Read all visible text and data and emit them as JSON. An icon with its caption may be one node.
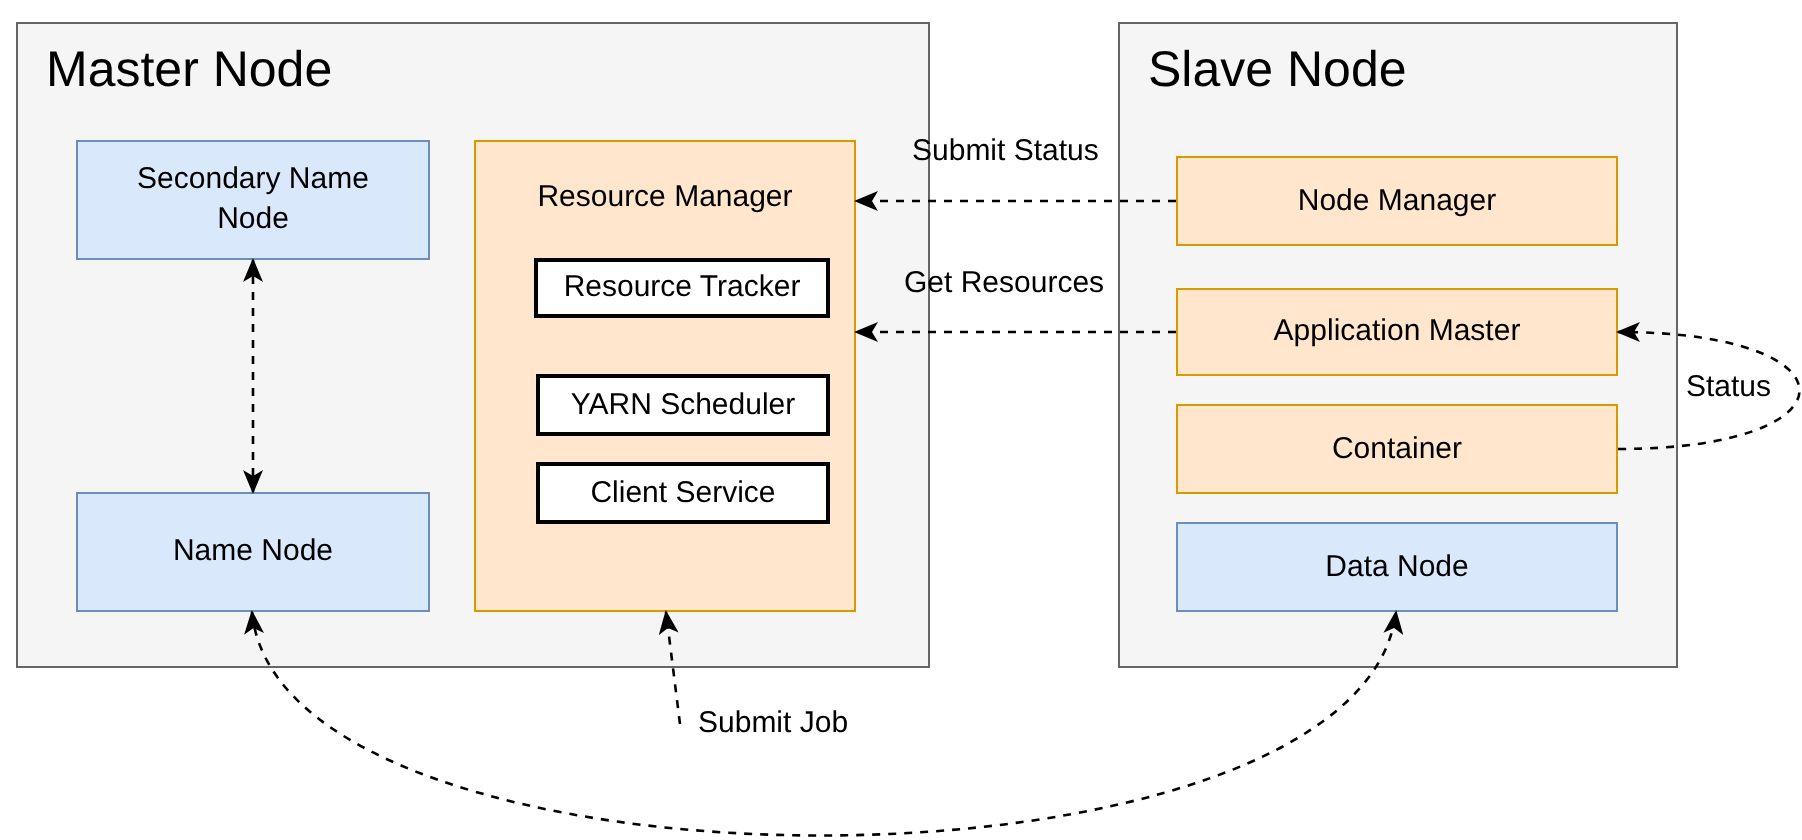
{
  "diagram": {
    "nodes": [
      {
        "text": [
          "Master Node"
        ]
      },
      {
        "text": [
          "Secondary Name Node"
        ],
        "in": 0
      },
      {
        "text": [
          "Name Node"
        ],
        "in": 0
      },
      {
        "text": [
          "Resource Manager"
        ],
        "in": 0
      },
      {
        "text": [
          "Resource Tracker"
        ],
        "in": 3
      },
      {
        "text": [
          "YARN Scheduler"
        ],
        "in": 3
      },
      {
        "text": [
          "Client Service"
        ],
        "in": 3
      },
      {
        "text": [
          "Slave Node"
        ]
      },
      {
        "text": [
          "Node Manager"
        ],
        "in": 7
      },
      {
        "text": [
          "Application Master"
        ],
        "in": 7
      },
      {
        "text": [
          "Container"
        ],
        "in": 7
      },
      {
        "text": [
          "Data Node"
        ],
        "in": 7
      }
    ],
    "edges": [
      {
        "from": 1,
        "to": 2,
        "arrow": "both",
        "style": "dashed"
      },
      {
        "from": 8,
        "to": 3,
        "arrow": "to",
        "label": "Submit Status",
        "style": "dashed"
      },
      {
        "from": 9,
        "to": 3,
        "arrow": "to",
        "label": "Get Resources",
        "style": "dashed"
      },
      {
        "from": 10,
        "to": 9,
        "arrow": "to",
        "label": "Status",
        "style": "dashed"
      },
      {
        "from": null,
        "to": 3,
        "arrow": "to",
        "label": "Submit Job",
        "style": "dashed"
      },
      {
        "from": 2,
        "to": 11,
        "arrow": "both",
        "style": "dashed"
      }
    ]
  }
}
